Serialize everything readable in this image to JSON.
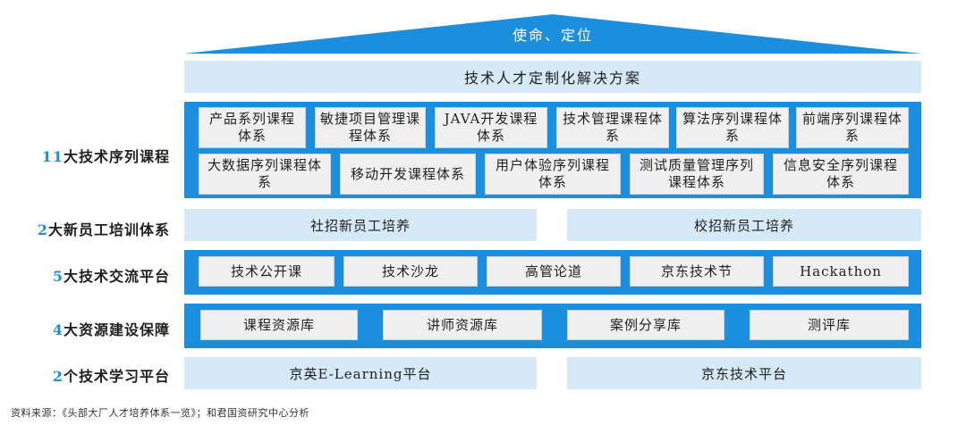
{
  "roof": {
    "label": "使命、定位"
  },
  "solution": {
    "label": "技术人才定制化解决方案"
  },
  "rows": {
    "tech_series": {
      "num": "11",
      "label": "大技术序列课程",
      "items": [
        "产品系列课程体系",
        "敏捷项目管理课程体系",
        "JAVA开发课程体系",
        "技术管理课程体系",
        "算法序列课程体系",
        "前端序列课程体系",
        "大数据序列课程体系",
        "移动开发课程体系",
        "用户体验序列课程体系",
        "测试质量管理序列课程体系",
        "信息安全序列课程体系"
      ]
    },
    "new_staff": {
      "num": "2",
      "label": "大新员工培训体系",
      "items": [
        "社招新员工培养",
        "校招新员工培养"
      ]
    },
    "exchange": {
      "num": "5",
      "label": "大技术交流平台",
      "items": [
        "技术公开课",
        "技术沙龙",
        "高管论道",
        "京东技术节",
        "Hackathon"
      ]
    },
    "resources": {
      "num": "4",
      "label": "大资源建设保障",
      "items": [
        "课程资源库",
        "讲师资源库",
        "案例分享库",
        "测评库"
      ]
    },
    "learning": {
      "num": "2",
      "label": "个技术学习平台",
      "items": [
        "京英E-Learning平台",
        "京东技术平台"
      ]
    }
  },
  "footnote": "资料来源：《头部大厂人才培养体系一览》；和君国资研究中心分析",
  "colors": {
    "accent": "#1b8fde",
    "light": "#d5e9f7",
    "cell": "#f0f0f0"
  }
}
